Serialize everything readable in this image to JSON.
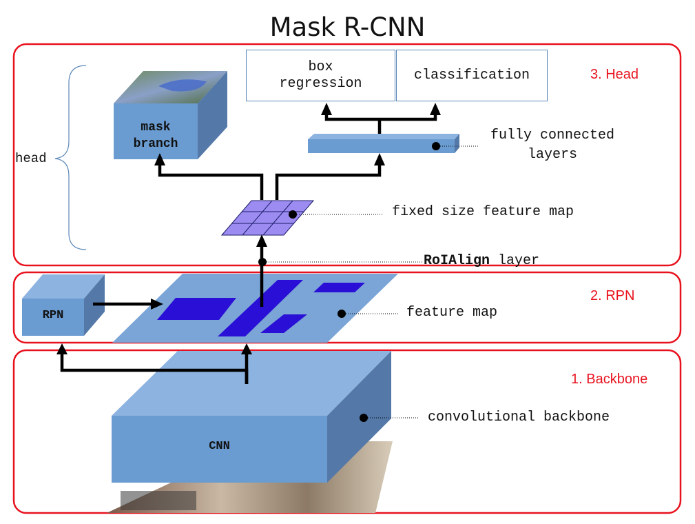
{
  "title": "Mask R-CNN",
  "sections": {
    "head": "3. Head",
    "rpn": "2. RPN",
    "backbone": "1. Backbone"
  },
  "labels": {
    "head_brace": "head",
    "box_regression_line1": "box",
    "box_regression_line2": "regression",
    "classification": "classification",
    "fc_line1": "fully connected",
    "fc_line2": "layers",
    "mask_line1": "mask",
    "mask_line2": "branch",
    "fixed_map": "fixed size feature map",
    "roialign_bold": "RoIAlign",
    "roialign_rest": " layer",
    "rpn_box": "RPN",
    "feature_map": "feature map",
    "cnn": "CNN",
    "conv_backbone": "convolutional backbone"
  },
  "colors": {
    "section_border": "#e8121e",
    "block_front": "#6a9bd1",
    "block_top": "#8db3e0",
    "block_side": "#5479a8",
    "roi": "#2a0fd6",
    "grid": "#9c8cf2"
  }
}
